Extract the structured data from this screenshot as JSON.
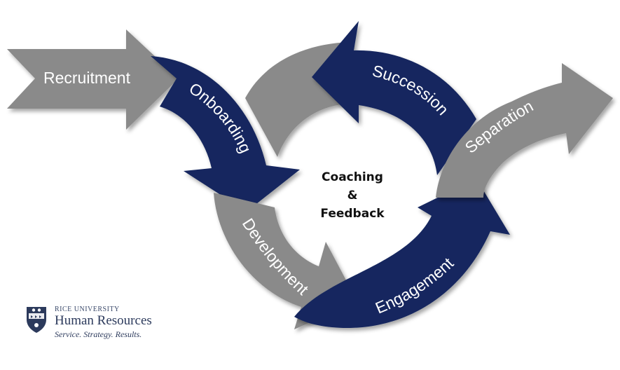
{
  "diagram": {
    "stages": {
      "recruitment": "Recruitment",
      "onboarding": "Onboarding",
      "development": "Development",
      "engagement": "Engagement",
      "succession": "Succession",
      "separation": "Separation"
    },
    "center": {
      "line1": "Coaching",
      "line2": "&",
      "line3": "Feedback"
    }
  },
  "colors": {
    "navy": "#13285e",
    "gray": "#8a8a8a",
    "label": "#ffffff"
  },
  "logo": {
    "university": "RICE UNIVERSITY",
    "department": "Human Resources",
    "tagline": "Service. Strategy. Results."
  },
  "icons": [
    "shield-icon",
    "owl-icon"
  ]
}
